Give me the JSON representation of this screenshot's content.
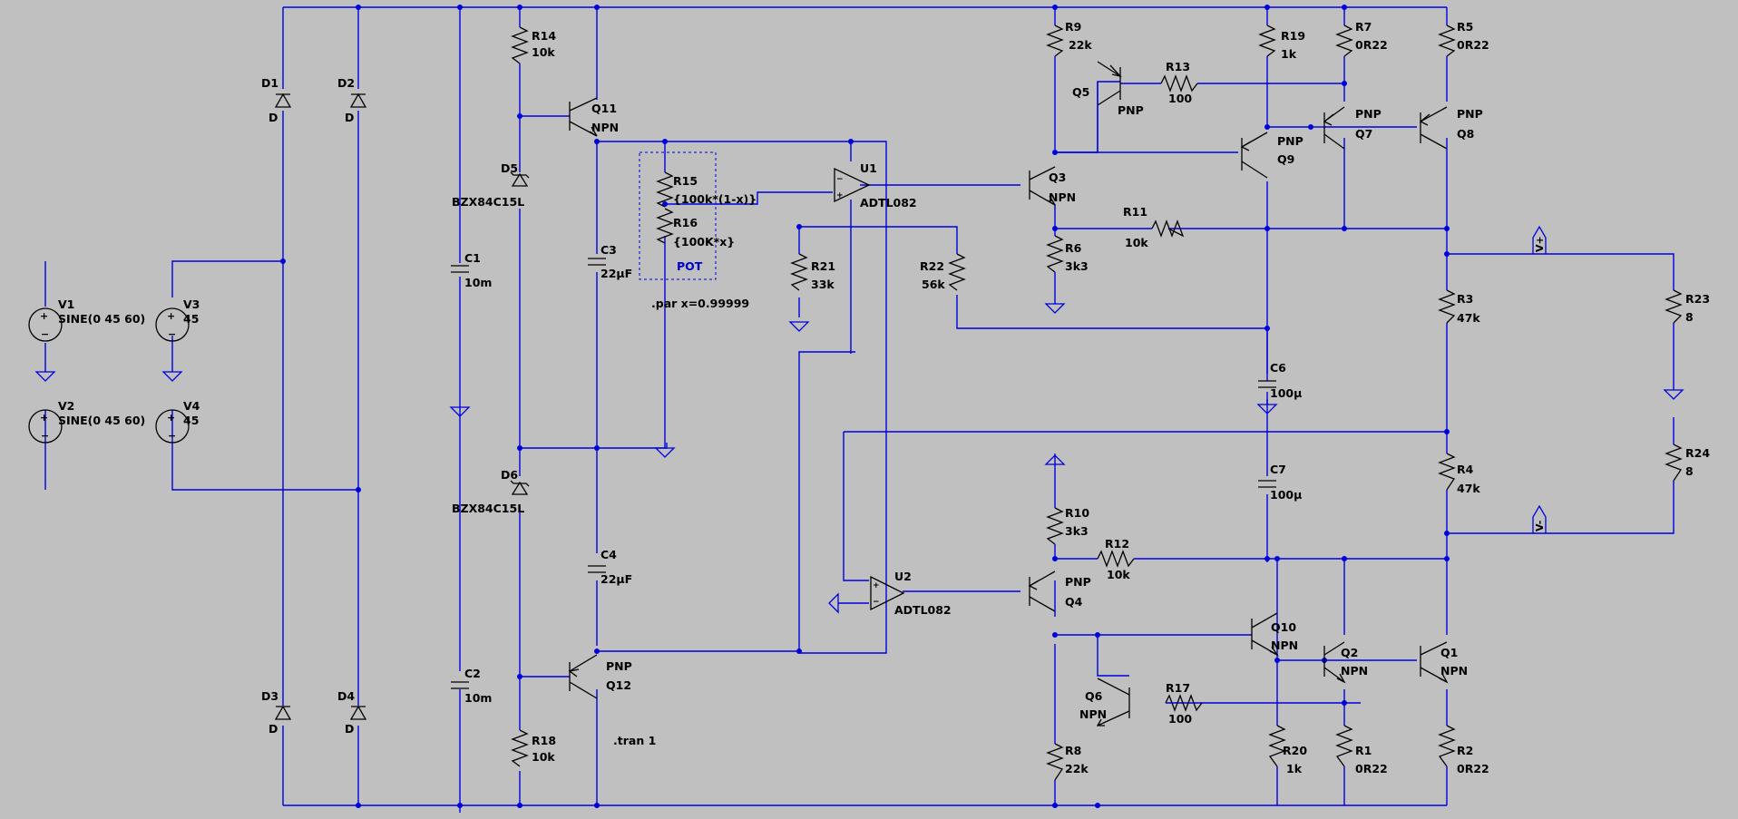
{
  "directives": {
    "param": ".par x=0.99999",
    "tran": ".tran 1"
  },
  "labels": {
    "V1": {
      "name": "V1",
      "value": "SINE(0 45 60)"
    },
    "V2": {
      "name": "V2",
      "value": "SINE(0 45 60)"
    },
    "V3": {
      "name": "V3",
      "value": "45"
    },
    "V4": {
      "name": "V4",
      "value": "45"
    },
    "D1": {
      "name": "D1",
      "value": "D"
    },
    "D2": {
      "name": "D2",
      "value": "D"
    },
    "D3": {
      "name": "D3",
      "value": "D"
    },
    "D4": {
      "name": "D4",
      "value": "D"
    },
    "C1": {
      "name": "C1",
      "value": "10m"
    },
    "C2": {
      "name": "C2",
      "value": "10m"
    },
    "D5": {
      "name": "D5",
      "value": "BZX84C15L"
    },
    "D6": {
      "name": "D6",
      "value": "BZX84C15L"
    },
    "R14": {
      "name": "R14",
      "value": "10k"
    },
    "R18": {
      "name": "R18",
      "value": "10k"
    },
    "Q11": {
      "name": "Q11",
      "value": "NPN"
    },
    "Q12": {
      "name": "Q12",
      "value": "PNP"
    },
    "C3": {
      "name": "C3",
      "value": "22µF"
    },
    "C4": {
      "name": "C4",
      "value": "22µF"
    },
    "R15": {
      "name": "R15",
      "value": "{100k*(1-x)}"
    },
    "R16": {
      "name": "R16",
      "value": "{100K*x}"
    },
    "POT": {
      "name": "POT"
    },
    "R21": {
      "name": "R21",
      "value": "33k"
    },
    "R22": {
      "name": "R22",
      "value": "56k"
    },
    "U1": {
      "name": "U1",
      "value": "ADTL082"
    },
    "U2": {
      "name": "U2",
      "value": "ADTL082"
    },
    "Q3": {
      "name": "Q3",
      "value": "NPN"
    },
    "Q4": {
      "name": "Q4",
      "value": "PNP"
    },
    "R6": {
      "name": "R6",
      "value": "3k3"
    },
    "R10": {
      "name": "R10",
      "value": "3k3"
    },
    "R9": {
      "name": "R9",
      "value": "22k"
    },
    "R8": {
      "name": "R8",
      "value": "22k"
    },
    "Q5": {
      "name": "Q5",
      "value": "PNP"
    },
    "Q6": {
      "name": "Q6",
      "value": "NPN"
    },
    "R13": {
      "name": "R13",
      "value": "100"
    },
    "R17": {
      "name": "R17",
      "value": "100"
    },
    "R11": {
      "name": "R11",
      "value": "10k"
    },
    "R12": {
      "name": "R12",
      "value": "10k"
    },
    "R19": {
      "name": "R19",
      "value": "1k"
    },
    "R20": {
      "name": "R20",
      "value": "1k"
    },
    "Q9": {
      "name": "Q9",
      "value": "PNP"
    },
    "Q10": {
      "name": "Q10",
      "value": "NPN"
    },
    "C6": {
      "name": "C6",
      "value": "100µ"
    },
    "C7": {
      "name": "C7",
      "value": "100µ"
    },
    "R7": {
      "name": "R7",
      "value": "0R22"
    },
    "R5": {
      "name": "R5",
      "value": "0R22"
    },
    "R1": {
      "name": "R1",
      "value": "0R22"
    },
    "R2": {
      "name": "R2",
      "value": "0R22"
    },
    "Q7": {
      "name": "Q7",
      "value": "PNP"
    },
    "Q8": {
      "name": "Q8",
      "value": "PNP"
    },
    "Q2": {
      "name": "Q2",
      "value": "NPN"
    },
    "Q1": {
      "name": "Q1",
      "value": "NPN"
    },
    "R3": {
      "name": "R3",
      "value": "47k"
    },
    "R4": {
      "name": "R4",
      "value": "47k"
    },
    "R23": {
      "name": "R23",
      "value": "8"
    },
    "R24": {
      "name": "R24",
      "value": "8"
    },
    "Vplus": {
      "name": "V+"
    },
    "Vminus": {
      "name": "V-"
    }
  }
}
